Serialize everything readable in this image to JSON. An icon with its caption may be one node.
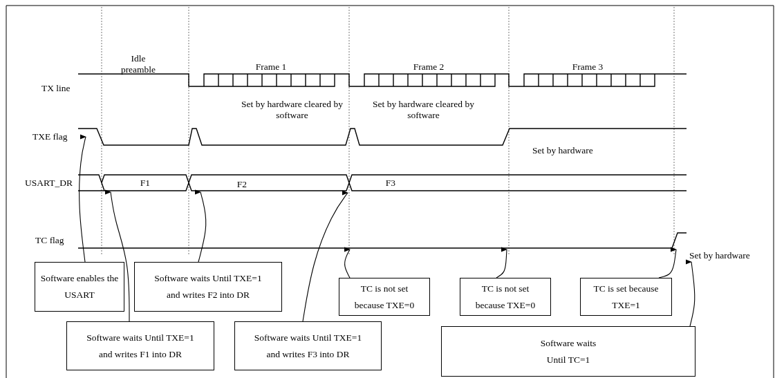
{
  "diagram": {
    "nodes": [
      {
        "text": [],
        "shape": "line"
      },
      {
        "text": [],
        "shape": "line"
      },
      {
        "text": [],
        "shape": "line"
      },
      {
        "text": [
          "Set by hardware"
        ]
      },
      {
        "text": [
          "Software enables the USART"
        ]
      },
      {
        "text": [
          "Software waits Until TXE=1 and writes F2 into DR"
        ]
      },
      {
        "text": [
          "TC is not set because TXE=0"
        ]
      },
      {
        "text": [
          "TC is not set because TXE=0"
        ]
      },
      {
        "text": [
          "TC is set because TXE=1"
        ]
      },
      {
        "text": [
          "Software waits Until TXE=1 and writes F1 into DR"
        ]
      },
      {
        "text": [
          "Software waits Until TXE=1 and writes F3 into DR"
        ]
      },
      {
        "text": [
          "Software waits Until TC=1"
        ]
      }
    ],
    "edges": [
      {
        "from": 4,
        "to": 0,
        "arrow": "to"
      },
      {
        "from": 5,
        "to": 1,
        "arrow": "to"
      },
      {
        "from": 6,
        "to": 2,
        "arrow": "to"
      },
      {
        "from": 7,
        "to": 2,
        "arrow": "to"
      },
      {
        "from": 8,
        "to": 2,
        "arrow": "to"
      },
      {
        "from": 9,
        "to": 1,
        "arrow": "to"
      },
      {
        "from": 10,
        "to": 1,
        "arrow": "to"
      },
      {
        "from": 11,
        "to": 3,
        "arrow": "to"
      }
    ],
    "labels": [
      "Idle preamble",
      "Frame 1",
      "Frame 2",
      "Frame 3",
      "TX line",
      "Set by hardware cleared by software",
      "Set by hardware cleared by software",
      "TXE flag",
      "Set by hardware",
      "USART_DR",
      "F1",
      "F2",
      "F3",
      "TC flag"
    ]
  }
}
